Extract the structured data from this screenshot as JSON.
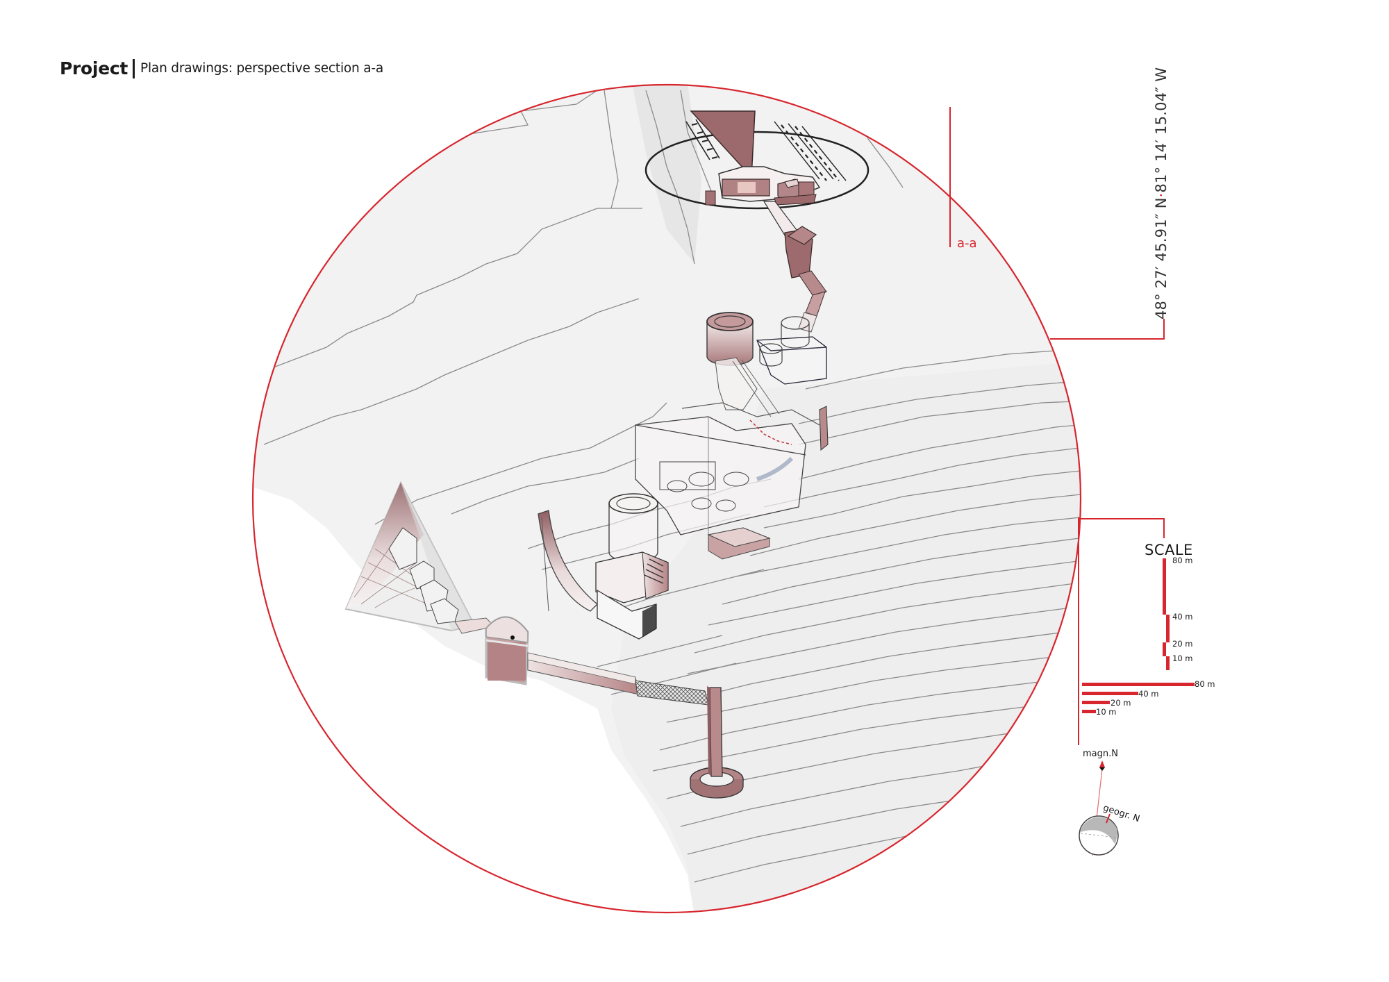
{
  "header": {
    "title": "Project",
    "subtitle": "Plan drawings: perspective section a-a"
  },
  "annotations": {
    "section_label": "a-a",
    "coordinates": {
      "lat": "48° 27′ 45.91″ N",
      "separator": "·",
      "lon": "81° 14′ 15.04″ W"
    }
  },
  "scale": {
    "title": "SCALE",
    "vertical": [
      {
        "label": "80 m"
      },
      {
        "label": "40 m"
      },
      {
        "label": "20 m"
      },
      {
        "label": "10 m"
      }
    ],
    "horizontal": [
      {
        "label": "80 m"
      },
      {
        "label": "40 m"
      },
      {
        "label": "20 m"
      },
      {
        "label": "10 m"
      }
    ]
  },
  "north": {
    "magnetic_label": "magn.N",
    "geographic_label": "geogr. N"
  },
  "colors": {
    "accent_red": "#d7262e",
    "structure_fill": "#b98a8c",
    "structure_dark": "#8f5d60",
    "terrain": "#f2f2f2",
    "contour": "#8a8a8a"
  }
}
